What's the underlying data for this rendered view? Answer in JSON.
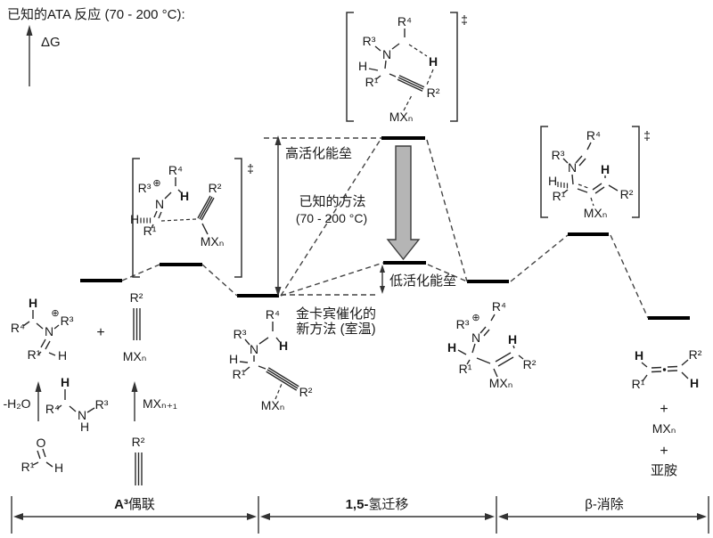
{
  "header": {
    "title": "已知的ATA 反应 (70 - 200 °C):",
    "y_axis_label": "ΔG"
  },
  "annotations": {
    "high_barrier": "高活化能垒",
    "known_method_line1": "已知的方法",
    "known_method_line2": "(70 - 200 °C)",
    "low_barrier": "低活化能垒",
    "new_method_line1": "金卡宾催化的",
    "new_method_line2": "新方法 (室温)"
  },
  "stage_axis": {
    "stages": [
      {
        "bold": "A³",
        "text": "偶联"
      },
      {
        "bold": "1,5-",
        "text": "氢迁移"
      },
      {
        "bold": "",
        "text": "β-消除"
      }
    ]
  },
  "reagent_labels": {
    "minus_water": "-H₂O",
    "metal_salt": "MXₙ₊₁"
  },
  "product_column": {
    "plus_top": "+",
    "metal": "MXₙ",
    "plus_bottom": "+",
    "imine": "亚胺"
  },
  "plus_between_reactants": "+",
  "atoms": {
    "r1": "R¹",
    "r2": "R²",
    "r3": "R³",
    "r4": "R⁴",
    "h": "H",
    "n": "N",
    "o": "O",
    "mxn": "MXₙ",
    "oplus": "⊕",
    "ddagger": "‡",
    "allene_dot": "•"
  },
  "colors": {
    "gray_arrow_fill": "#b5b5b5",
    "line_color": "#333333"
  }
}
